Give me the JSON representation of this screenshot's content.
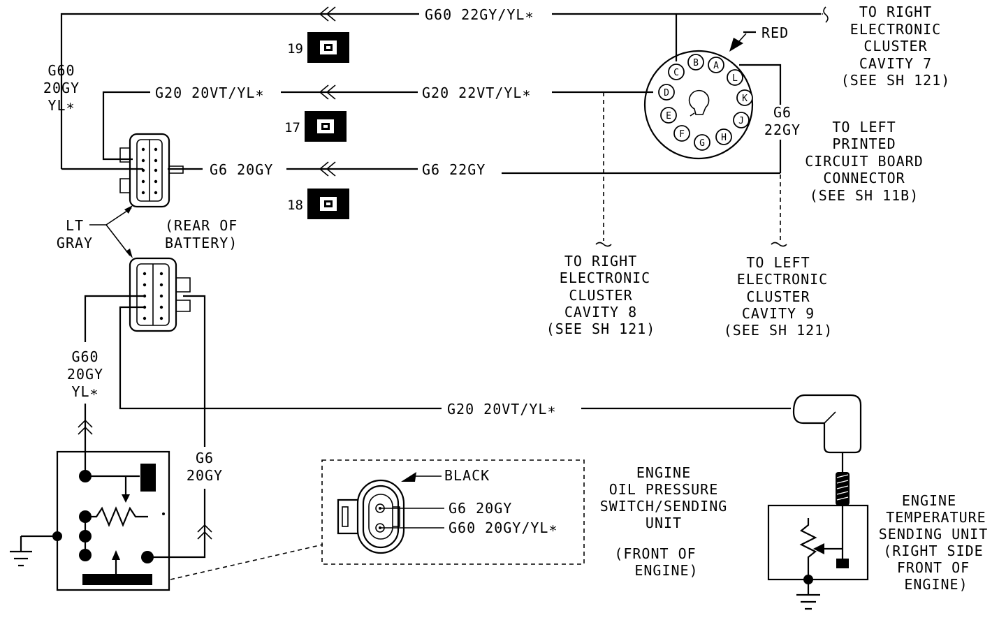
{
  "wires": {
    "top": "G60 22GY/YL∗",
    "left_vertical": [
      "G60",
      "20GY",
      "YL∗"
    ],
    "g20_left": "G20 20VT/YL∗",
    "g20_right": "G20 22VT/YL∗",
    "g6_left": "G6 20GY",
    "g6_right": "G6 22GY",
    "g6_vertical": [
      "G6",
      "22GY"
    ],
    "lower_g60": [
      "G60",
      "20GY",
      "YL∗"
    ],
    "lower_g20": "G20 20VT/YL∗",
    "lower_g6": [
      "G6",
      "20GY"
    ]
  },
  "badges": [
    "19",
    "17",
    "18"
  ],
  "connectors": {
    "lt_gray": [
      "LT",
      "GRAY"
    ],
    "rear_battery": [
      "(REAR OF",
      "BATTERY)"
    ],
    "red": "RED",
    "black": "BLACK",
    "cavity_letters": [
      "A",
      "B",
      "C",
      "D",
      "E",
      "F",
      "G",
      "H",
      "J",
      "K",
      "L"
    ]
  },
  "destinations": {
    "right_cluster_7": [
      "TO RIGHT",
      "ELECTRONIC",
      "CLUSTER",
      "CAVITY 7",
      "(SEE SH 121)"
    ],
    "left_pcb": [
      "TO LEFT",
      "PRINTED",
      "CIRCUIT BOARD",
      "CONNECTOR",
      "(SEE SH 11B)"
    ],
    "right_cluster_8": [
      "TO RIGHT",
      "ELECTRONIC",
      "CLUSTER",
      "CAVITY 8",
      "(SEE SH 121)"
    ],
    "left_cluster_9": [
      "TO LEFT",
      "ELECTRONIC",
      "CLUSTER",
      "CAVITY 9",
      "(SEE SH 121)"
    ]
  },
  "oil_unit": {
    "title": [
      "ENGINE",
      "OIL PRESSURE",
      "SWITCH/SENDING",
      "UNIT"
    ],
    "location": [
      "(FRONT OF",
      "ENGINE)"
    ],
    "pin1": "G6 20GY",
    "pin2": "G60 20GY/YL∗"
  },
  "temp_unit": {
    "title": [
      "ENGINE",
      "TEMPERATURE",
      "SENDING UNIT",
      "(RIGHT SIDE",
      "FRONT OF",
      "ENGINE)"
    ]
  }
}
